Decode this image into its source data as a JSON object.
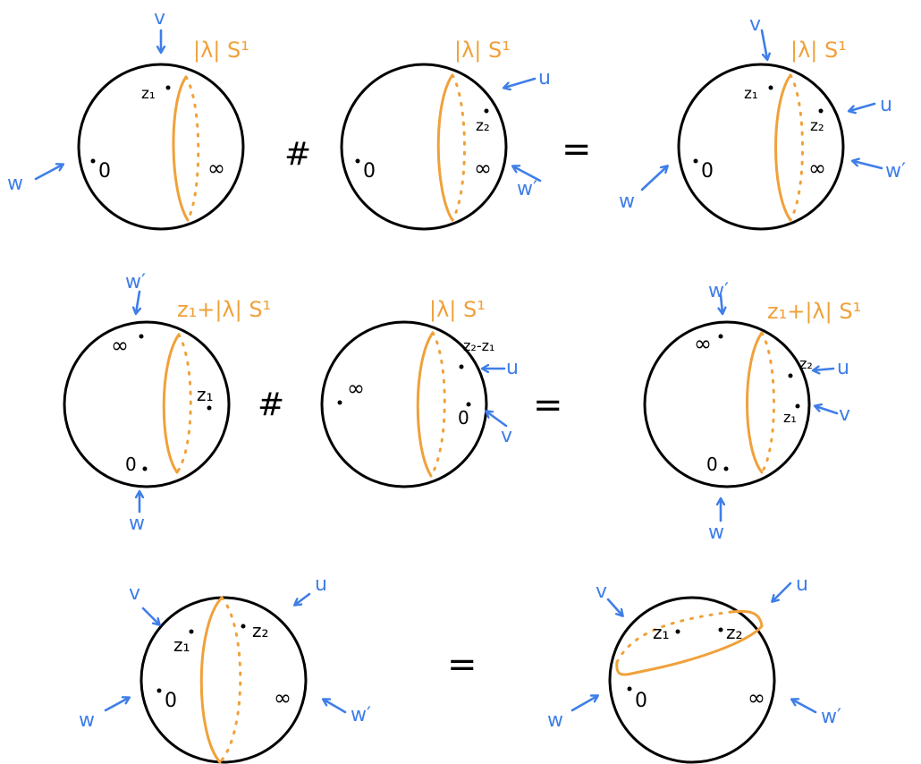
{
  "colors": {
    "ink": "#000000",
    "circle_orange": "#f0a13a",
    "arrow_blue": "#3f7ee8"
  },
  "operators": {
    "connect_sum": "#",
    "equals": "="
  },
  "row1": {
    "sphere1": {
      "circle_label": "|λ| S¹",
      "points": [
        "z₁",
        "0",
        "∞"
      ],
      "arrows": [
        "v",
        "w"
      ]
    },
    "sphere2": {
      "circle_label": "|λ| S¹",
      "points": [
        "z₂",
        "0",
        "∞"
      ],
      "arrows": [
        "u",
        "w′"
      ]
    },
    "sphere3": {
      "circle_label": "|λ| S¹",
      "points": [
        "z₁",
        "z₂",
        "0",
        "∞"
      ],
      "arrows": [
        "v",
        "u",
        "w",
        "w′"
      ]
    }
  },
  "row2": {
    "sphere1": {
      "circle_label": "z₁+|λ| S¹",
      "points": [
        "∞",
        "z₁",
        "0"
      ],
      "arrows": [
        "w′",
        "w"
      ]
    },
    "sphere2": {
      "circle_label": "|λ| S¹",
      "points": [
        "z₂-z₁",
        "∞",
        "0"
      ],
      "arrows": [
        "u",
        "v"
      ]
    },
    "sphere3": {
      "circle_label": "z₁+|λ| S¹",
      "points": [
        "∞",
        "z₂",
        "z₁",
        "0"
      ],
      "arrows": [
        "w′",
        "u",
        "v",
        "w"
      ]
    }
  },
  "row3": {
    "sphere1": {
      "points": [
        "z₁",
        "z₂",
        "0",
        "∞"
      ],
      "arrows": [
        "v",
        "u",
        "w",
        "w′"
      ]
    },
    "sphere2": {
      "points": [
        "z₁",
        "z₂",
        "0",
        "∞"
      ],
      "arrows": [
        "v",
        "u",
        "w",
        "w′"
      ]
    }
  }
}
